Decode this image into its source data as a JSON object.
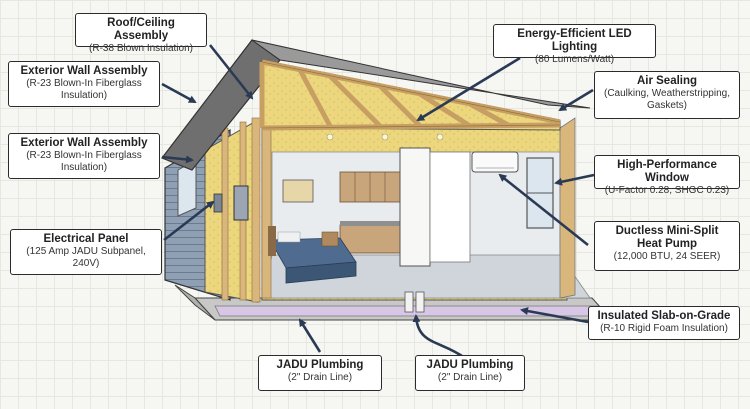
{
  "colors": {
    "background": "#f6f6f3",
    "grid": "#e7e7e2",
    "arrow": "#2a3a55",
    "siding": "#8a9aae",
    "insulation": "#e9d27a",
    "framing": "#d9b77c",
    "drywall": "#eef1f3",
    "slab": "#b9b9b9"
  },
  "callouts": {
    "roof": {
      "title": "Roof/Ceiling Assembly",
      "sub": "(R-38 Blown Insulation)"
    },
    "wall_upper": {
      "title": "Exterior Wall Assembly",
      "sub": "(R-23 Blown-In Fiberglass\nInsulation)"
    },
    "wall_lower": {
      "title": "Exterior Wall Assembly",
      "sub": "(R-23 Blown-In Fiberglass\nInsulation)"
    },
    "electrical": {
      "title": "Electrical Panel",
      "sub": "(125 Amp JADU Subpanel,\n240V)"
    },
    "led": {
      "title": "Energy-Efficient LED Lighting",
      "sub": "(80 Lumens/Watt)"
    },
    "air": {
      "title": "Air Sealing",
      "sub": "(Caulking, Weatherstripping,\nGaskets)"
    },
    "window": {
      "title": "High-Performance Window",
      "sub": "(U-Factor 0.28, SHGC 0.23)"
    },
    "heatpump": {
      "title": "Ductless Mini-Split\nHeat Pump",
      "sub": "(12,000 BTU, 24 SEER)"
    },
    "slab": {
      "title": "Insulated Slab-on-Grade",
      "sub": "(R-10 Rigid Foam Insulation)"
    },
    "plumb1": {
      "title": "JADU Plumbing",
      "sub": "(2\" Drain Line)"
    },
    "plumb2": {
      "title": "JADU Plumbing",
      "sub": "(2\" Drain Line)"
    }
  }
}
